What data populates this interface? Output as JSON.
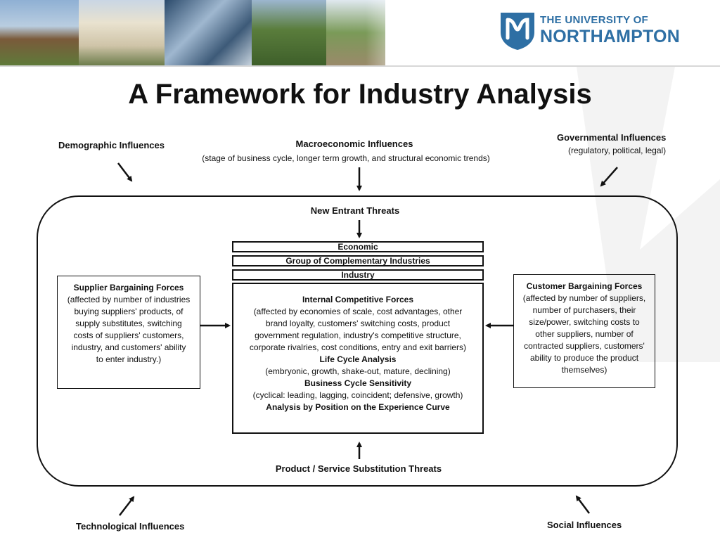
{
  "title": "A Framework for Industry Analysis",
  "logo": {
    "line1": "THE UNIVERSITY OF",
    "line2": "NORTHAMPTON",
    "color": "#2e6fa4"
  },
  "influences": {
    "demographic": "Demographic Influences",
    "macroeconomic": "Macroeconomic Influences",
    "macroeconomic_detail": "(stage of business cycle, longer term growth, and structural economic trends)",
    "governmental": "Governmental Influences",
    "governmental_detail": "(regulatory, political, legal)",
    "technological": "Technological Influences",
    "social": "Social Influences"
  },
  "threats": {
    "new_entrant": "New Entrant Threats",
    "substitution": "Product / Service Substitution Threats"
  },
  "strips": {
    "economic": "Economic",
    "complementary": "Group of Complementary Industries",
    "industry": "Industry"
  },
  "center": {
    "internal_title": "Internal Competitive Forces",
    "internal_lines": [
      "(affected by economies of scale, cost advantages, other",
      "brand loyalty, customers' switching costs, product",
      "government regulation, industry's competitive structure,",
      "corporate rivalries, cost conditions, entry and exit barriers)"
    ],
    "lifecycle_title": "Life Cycle Analysis",
    "lifecycle_detail": "(embryonic, growth, shake-out, mature, declining)",
    "business_cycle_title": "Business Cycle Sensitivity",
    "business_cycle_detail": "(cyclical: leading, lagging, coincident; defensive, growth)",
    "experience_curve": "Analysis by Position on the Experience Curve"
  },
  "supplier": {
    "title": "Supplier Bargaining Forces",
    "lines": [
      "(affected by number of industries",
      "buying suppliers' products, of",
      "supply substitutes, switching",
      "costs of suppliers' customers,",
      "industry, and customers' ability",
      "to enter industry.)"
    ]
  },
  "customer": {
    "title": "Customer Bargaining Forces",
    "lines": [
      "(affected by number of suppliers,",
      "number of purchasers, their",
      "size/power, switching costs to",
      "other suppliers, number of",
      "contracted suppliers, customers'",
      "ability to produce the product",
      "themselves)"
    ]
  }
}
